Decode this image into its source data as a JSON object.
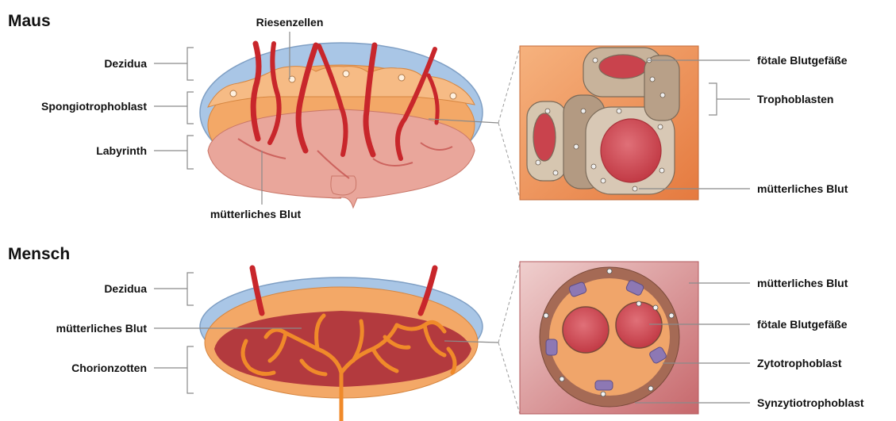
{
  "sections": {
    "mouse": {
      "title": "Maus",
      "labels": {
        "giant_cells": "Riesenzellen",
        "decidua": "Dezidua",
        "spongiotrophoblast": "Spongiotrophoblast",
        "labyrinth": "Labyrinth",
        "maternal_blood_bottom": "mütterliches Blut",
        "fetal_vessels": "fötale Blutgefäße",
        "trophoblasts": "Trophoblasten",
        "maternal_blood_inset": "mütterliches Blut"
      }
    },
    "human": {
      "title": "Mensch",
      "labels": {
        "decidua": "Dezidua",
        "maternal_blood_left": "mütterliches Blut",
        "chorionic_villi": "Chorionzotten",
        "maternal_blood_inset": "mütterliches Blut",
        "fetal_vessels": "fötale Blutgefäße",
        "cytotrophoblast": "Zytotrophoblast",
        "syncytiotrophoblast": "Synzytiotrophoblast"
      }
    }
  },
  "colors": {
    "decidua_blue": "#a9c6e6",
    "orange": "#f3a867",
    "labyrinth_pink": "#e9a69b",
    "vessel_red": "#c8262b",
    "blood_red": "#cd4a54",
    "inset_orange": "#e98c54",
    "trophoblast_tan": "#c7b29a",
    "human_blood_dark": "#b33a3e",
    "villi_orange": "#f08a2a",
    "cytotrophoblast_purple": "#8d78b4"
  }
}
